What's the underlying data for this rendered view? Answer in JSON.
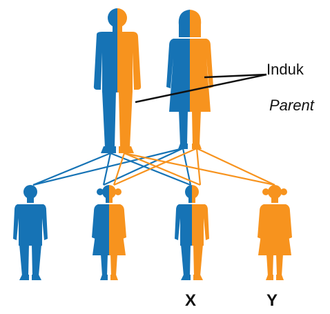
{
  "colors": {
    "blue": "#1673b5",
    "orange": "#f7931e",
    "line": "#111111"
  },
  "labels": {
    "induk": "Induk",
    "parent": "Parent",
    "child_x": "X",
    "child_y": "Y"
  },
  "figures": {
    "father": "man",
    "mother": "woman",
    "children": [
      "boy",
      "girl",
      "boy",
      "girl"
    ]
  }
}
